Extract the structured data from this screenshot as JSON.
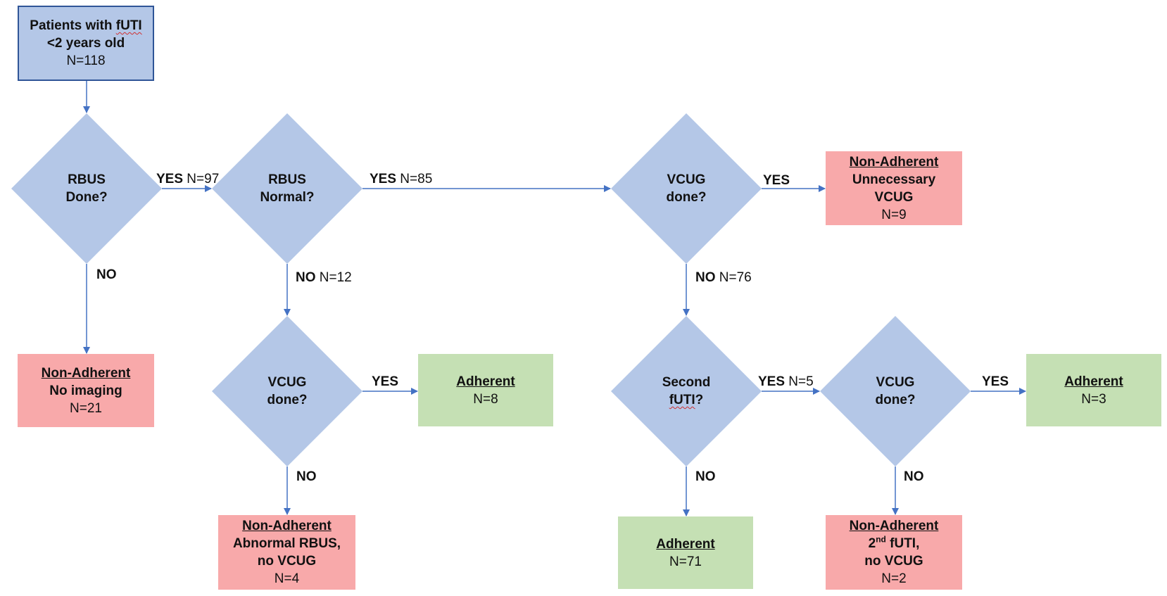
{
  "colors": {
    "diamond_fill": "#b4c7e7",
    "start_fill": "#b4c7e7",
    "start_border": "#2f5597",
    "non_adherent_fill": "#f8a9aa",
    "adherent_fill": "#c5e0b4",
    "arrow": "#4472c4"
  },
  "start": {
    "line1_pre": "Patients with ",
    "line1_term": "fUTI",
    "line2": "<2 years old",
    "n": "N=118"
  },
  "decisions": {
    "rbus_done": {
      "line1": "RBUS",
      "line2": "Done?"
    },
    "rbus_normal": {
      "line1": "RBUS",
      "line2": "Normal?"
    },
    "vcug_1": {
      "line1": "VCUG",
      "line2": "done?"
    },
    "vcug_2": {
      "line1": "VCUG",
      "line2": "done?"
    },
    "second_futi": {
      "line1": "Second",
      "line2_term": "fUTI",
      "line2_q": "?"
    },
    "vcug_3": {
      "line1": "VCUG",
      "line2": "done?"
    }
  },
  "outcomes": {
    "no_imaging": {
      "title": "Non-Adherent",
      "line2": "No imaging",
      "n": "N=21"
    },
    "unnecessary_vcug": {
      "title": "Non-Adherent",
      "line2": "Unnecessary",
      "line3": "VCUG",
      "n": "N=9"
    },
    "adherent_8": {
      "title": "Adherent",
      "n": "N=8"
    },
    "abnormal_rbus": {
      "title": "Non-Adherent",
      "line2": "Abnormal RBUS,",
      "line3": "no VCUG",
      "n": "N=4"
    },
    "adherent_71": {
      "title": "Adherent",
      "n": "N=71"
    },
    "second_futi_no_vcug": {
      "title": "Non-Adherent",
      "line2_num": "2",
      "line2_sup": "nd",
      "line2_rest": " fUTI,",
      "line3": "no VCUG",
      "n": "N=2"
    },
    "adherent_3": {
      "title": "Adherent",
      "n": "N=3"
    }
  },
  "edges": {
    "rbus_done_yes": {
      "answer": "YES",
      "n": " N=97"
    },
    "rbus_done_no": {
      "answer": "NO"
    },
    "rbus_normal_yes": {
      "answer": "YES",
      "n": " N=85"
    },
    "rbus_normal_no": {
      "answer": "NO",
      "n": " N=12"
    },
    "vcug1_yes": {
      "answer": "YES"
    },
    "vcug1_no": {
      "answer": "NO",
      "n": " N=76"
    },
    "vcug2_yes": {
      "answer": "YES"
    },
    "vcug2_no": {
      "answer": "NO"
    },
    "second_yes": {
      "answer": "YES",
      "n": " N=5"
    },
    "second_no": {
      "answer": "NO"
    },
    "vcug3_yes": {
      "answer": "YES"
    },
    "vcug3_no": {
      "answer": "NO"
    }
  }
}
